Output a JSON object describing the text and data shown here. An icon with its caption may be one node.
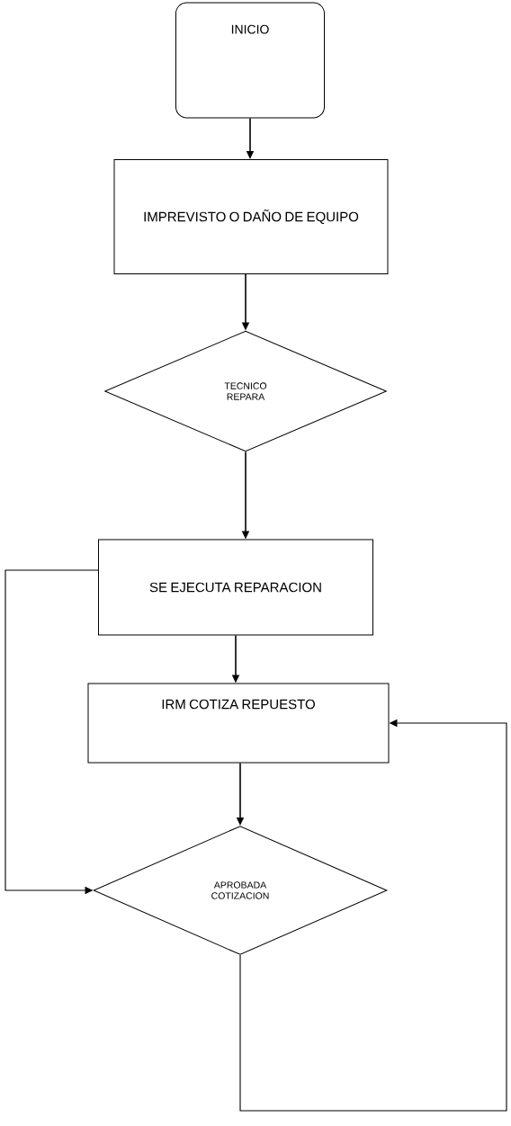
{
  "diagram": {
    "nodes": [
      {
        "text": [
          "INICIO"
        ]
      },
      {
        "text": [
          "IMPREVISTO O DAÑO DE EQUIPO"
        ]
      },
      {
        "text": [
          "TECNICO REPARA"
        ]
      },
      {
        "text": [
          "SE EJECUTA REPARACION"
        ]
      },
      {
        "text": [
          "IRM COTIZA REPUESTO"
        ]
      },
      {
        "text": [
          "APROBADA COTIZACION"
        ]
      }
    ],
    "edges": [
      {
        "from": 0,
        "to": 1,
        "arrow": "to"
      },
      {
        "from": 1,
        "to": 2,
        "arrow": "to"
      },
      {
        "from": 2,
        "to": 3,
        "arrow": "to"
      },
      {
        "from": 3,
        "to": 4,
        "arrow": "to"
      },
      {
        "from": 4,
        "to": 5,
        "arrow": "to"
      },
      {
        "from": 3,
        "to": 5,
        "arrow": "to"
      },
      {
        "from": 5,
        "to": 4,
        "arrow": "to"
      }
    ]
  }
}
